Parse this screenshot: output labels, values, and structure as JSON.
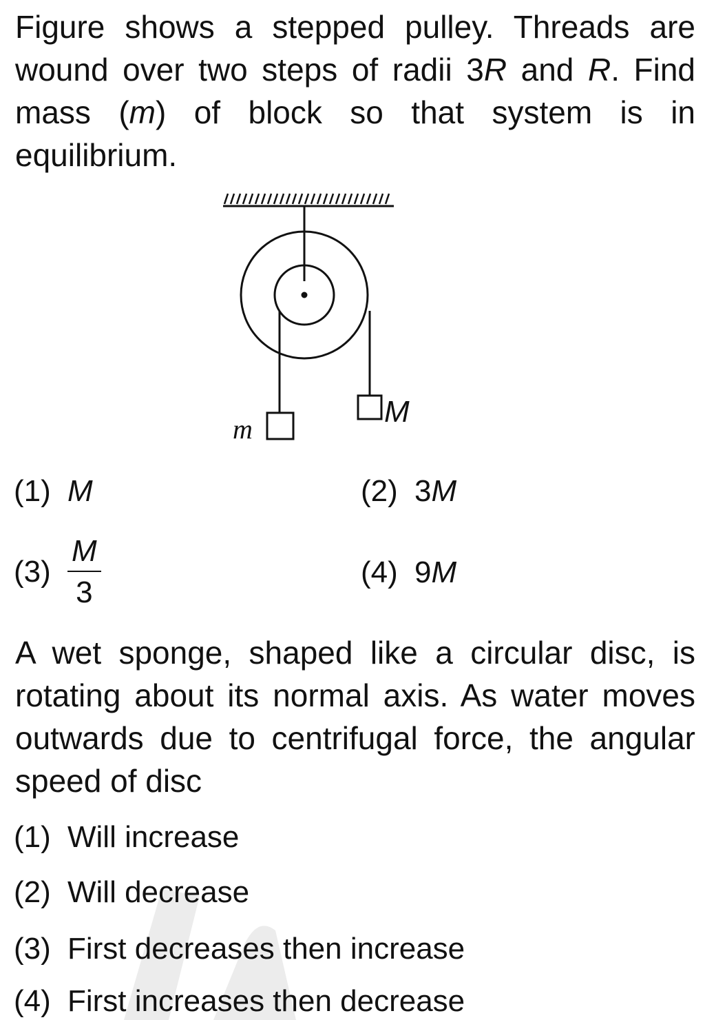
{
  "question1": {
    "text_part1": "Figure shows a stepped pulley. Threads are wound over two steps of radii 3",
    "var_R1": "R",
    "text_part2": " and ",
    "var_R2": "R",
    "text_part3": ". Find mass (",
    "var_m": "m",
    "text_part4": ") of block so that system is in equilibrium.",
    "figure": {
      "label_m": "m",
      "label_M": "M"
    },
    "options": [
      {
        "num": "(1)",
        "coef": "",
        "var": "M"
      },
      {
        "num": "(2)",
        "coef": "3",
        "var": "M"
      },
      {
        "num": "(3)",
        "numerator": "M",
        "denominator": "3"
      },
      {
        "num": "(4)",
        "coef": "9",
        "var": "M"
      }
    ]
  },
  "question2": {
    "text": "A wet sponge, shaped like a circular disc, is rotating about its normal axis. As water moves outwards due to centrifugal force, the angular speed of disc",
    "options": [
      {
        "num": "(1)",
        "text": "Will increase"
      },
      {
        "num": "(2)",
        "text": "Will decrease"
      },
      {
        "num": "(3)",
        "text": "First decreases then increase"
      },
      {
        "num": "(4)",
        "text": "First increases then decrease"
      }
    ]
  },
  "colors": {
    "text": "#111111",
    "watermark": "#e9e9e9",
    "background": "#ffffff"
  }
}
